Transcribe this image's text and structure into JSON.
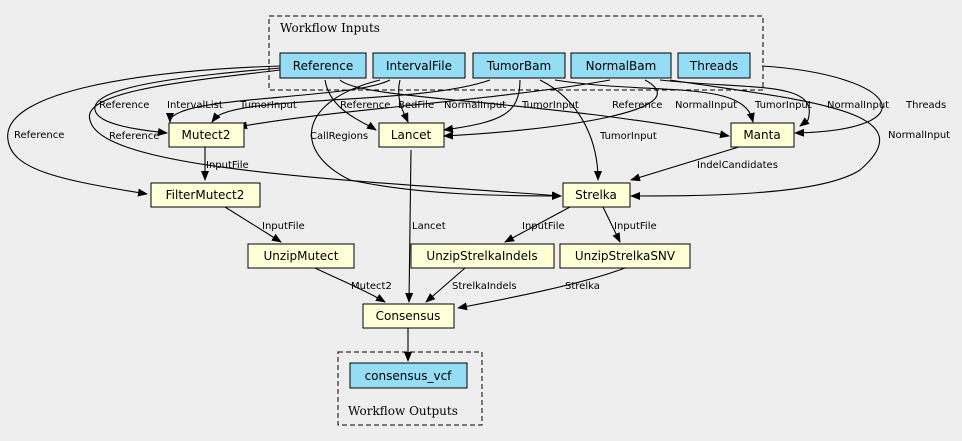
{
  "colors": {
    "input_fill": "#94ddf4",
    "step_fill": "#ffffd8",
    "output_fill": "#94ddf4",
    "background": "#eeeeee",
    "stroke": "#000000"
  },
  "clusters": {
    "inputs_title": "Workflow Inputs",
    "outputs_title": "Workflow Outputs"
  },
  "nodes": {
    "reference": "Reference",
    "interval_file": "IntervalFile",
    "tumor_bam": "TumorBam",
    "normal_bam": "NormalBam",
    "threads": "Threads",
    "mutect2": "Mutect2",
    "lancet": "Lancet",
    "manta": "Manta",
    "filter_mutect2": "FilterMutect2",
    "strelka": "Strelka",
    "unzip_mutect": "UnzipMutect",
    "unzip_strelka_indels": "UnzipStrelkaIndels",
    "unzip_strelka_snv": "UnzipStrelkaSNV",
    "consensus": "Consensus",
    "consensus_vcf": "consensus_vcf"
  },
  "edge_labels": {
    "reference": "Reference",
    "interval_list": "IntervalList",
    "tumor_input": "TumorInput",
    "bed_file": "BedFile",
    "normal_input": "NormalInput",
    "threads": "Threads",
    "call_regions": "CallRegions",
    "input_file": "InputFile",
    "indel_candidates": "IndelCandidates",
    "lancet": "Lancet",
    "mutect2": "Mutect2",
    "strelka_indels": "StrelkaIndels",
    "strelka": "Strelka"
  }
}
